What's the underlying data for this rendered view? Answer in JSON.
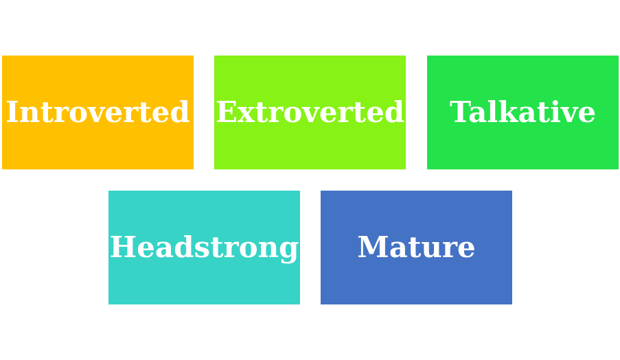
{
  "tiles": [
    {
      "label": "Introverted",
      "color": "#FFC000"
    },
    {
      "label": "Extroverted",
      "color": "#86F215"
    },
    {
      "label": "Talkative",
      "color": "#23E24A"
    },
    {
      "label": "Headstrong",
      "color": "#36D3C6"
    },
    {
      "label": "Mature",
      "color": "#4472C4"
    }
  ]
}
